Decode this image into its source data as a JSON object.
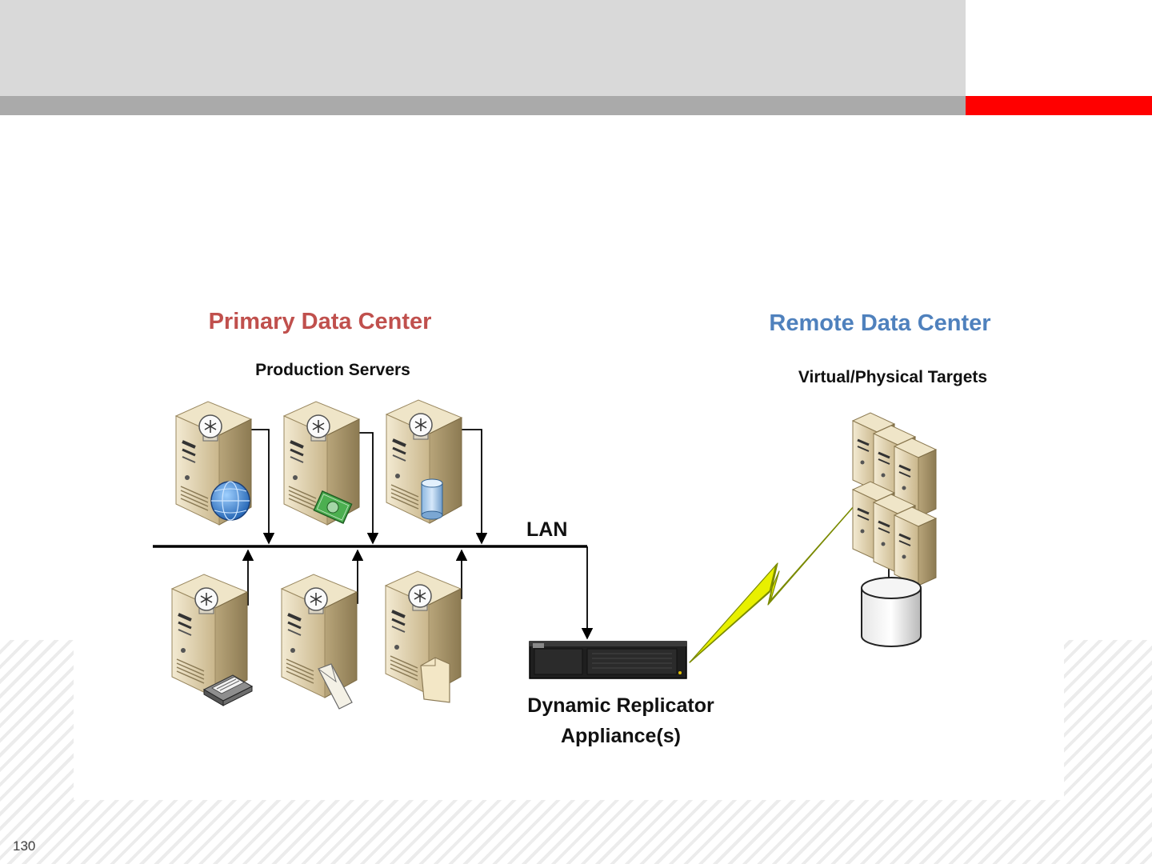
{
  "slide": {
    "page_number": "130"
  },
  "colors": {
    "header_light": "#d9d9d9",
    "header_bar": "#aaaaaa",
    "accent": "#ff0000",
    "primary_title": "#c0504d",
    "remote_title": "#4f81bd",
    "lightning": "#e8f000"
  },
  "diagram": {
    "primary_title": "Primary Data Center",
    "primary_subtitle": "Production Servers",
    "remote_title": "Remote Data Center",
    "remote_subtitle": "Virtual/Physical Targets",
    "network_label": "LAN",
    "appliance_label_line1": "Dynamic Replicator",
    "appliance_label_line2": "Appliance(s)",
    "servers_top": [
      {
        "icon": "globe-icon"
      },
      {
        "icon": "money-icon"
      },
      {
        "icon": "database-icon"
      }
    ],
    "servers_bottom": [
      {
        "icon": "printer-icon"
      },
      {
        "icon": "envelope-icon"
      },
      {
        "icon": "document-icon"
      }
    ]
  }
}
